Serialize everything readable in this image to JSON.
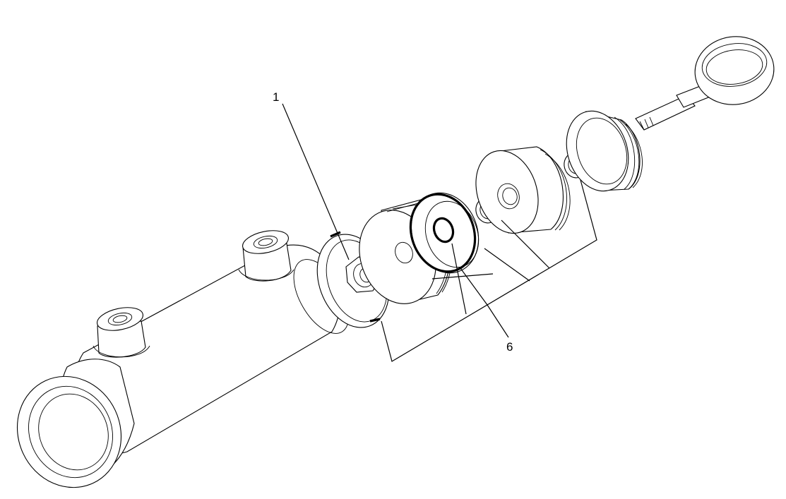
{
  "diagram": {
    "callouts": [
      {
        "id": "1",
        "label": "1"
      },
      {
        "id": "6",
        "label": "6"
      }
    ]
  }
}
